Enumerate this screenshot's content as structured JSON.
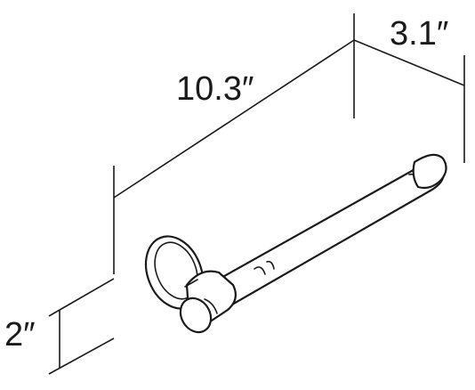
{
  "dimensions": {
    "length": "10.3″",
    "depth": "3.1″",
    "height": "2″"
  }
}
